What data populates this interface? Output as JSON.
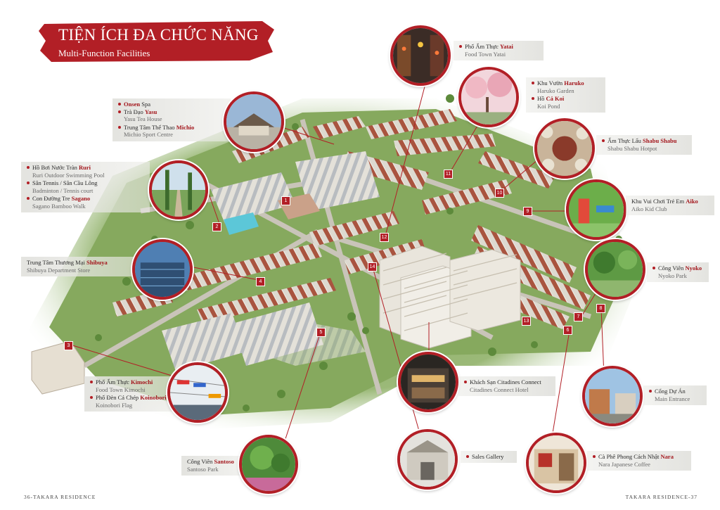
{
  "header": {
    "title": "TIỆN ÍCH ĐA CHỨC NĂNG",
    "subtitle": "Multi-Function Facilities"
  },
  "colors": {
    "accent": "#b21f26",
    "label_bg": "#e2e2de",
    "grass": "#7fa55a",
    "building": "#d9d6cf"
  },
  "callouts": {
    "onsen": [
      {
        "pre": "",
        "name": "Onsen",
        "post": " Spa",
        "en": ""
      },
      {
        "pre": "Trà Đạo ",
        "name": "Yasu",
        "post": "",
        "en": "Yasu Tea House"
      },
      {
        "pre": "Trung Tâm Thể Thao ",
        "name": "Michio",
        "post": "",
        "en": "Michio Sport Centre"
      }
    ],
    "pool": [
      {
        "pre": "Hồ Bơi Nước Tràn ",
        "name": "Ruri",
        "post": "",
        "en": "Ruri Outdoor Swimming Pool"
      },
      {
        "pre": "Sân Tennis / Sân Cầu Lông",
        "name": "",
        "post": "",
        "en": "Badminton / Tennis court"
      },
      {
        "pre": "Con Đường Tre ",
        "name": "Sagano",
        "post": "",
        "en": "Sagano Bamboo Walk"
      }
    ],
    "shibuya": [
      {
        "pre": "Trung Tâm Thương Mại ",
        "name": "Shibuya",
        "post": "",
        "en": "Shibuya Department Store"
      }
    ],
    "kimochi": [
      {
        "pre": "Phố Ẩm Thực ",
        "name": "Kimochi",
        "post": "",
        "en": "Food Town Kimochi"
      },
      {
        "pre": "Phố Đèn Cá Chép ",
        "name": "Koinobori",
        "post": "",
        "en": "Koinobori Flag"
      }
    ],
    "santoso": [
      {
        "pre": "Công Viên ",
        "name": "Santoso",
        "post": "",
        "en": "Santoso Park"
      }
    ],
    "yatai": [
      {
        "pre": "Phố Ẩm Thực ",
        "name": "Yatai",
        "post": "",
        "en": "Food Town Yatai"
      }
    ],
    "haruko": [
      {
        "pre": "Khu Vườn ",
        "name": "Haruko",
        "post": "",
        "en": "Haruko Garden"
      },
      {
        "pre": "Hồ ",
        "name": "Cá Koi",
        "post": "",
        "en": "Koi Pond"
      }
    ],
    "shabu": [
      {
        "pre": "Ẩm Thực Lẩu ",
        "name": "Shabu Shabu",
        "post": "",
        "en": "Shabu Shabu Hotpot"
      }
    ],
    "aiko": [
      {
        "pre": "Khu Vui Chơi Trẻ Em ",
        "name": "Aiko",
        "post": "",
        "en": "Aiko Kid Club"
      }
    ],
    "nyoko": [
      {
        "pre": "Công Viên ",
        "name": "Nyoko",
        "post": "",
        "en": "Nyoko Park"
      }
    ],
    "citadines": [
      {
        "pre": "Khách Sạn Citadines Connect",
        "name": "",
        "post": "",
        "en": "Citadines Connect Hotel"
      }
    ],
    "entrance": [
      {
        "pre": "Cổng Dự Án",
        "name": "",
        "post": "",
        "en": "Main Entrance"
      }
    ],
    "sales": [
      {
        "pre": "Sales Gallery",
        "name": "",
        "post": "",
        "en": ""
      }
    ],
    "nara": [
      {
        "pre": "Cà Phê Phong Cách Nhật ",
        "name": "Nara",
        "post": "",
        "en": "Nara Japanese Coffee"
      }
    ]
  },
  "markers": [
    "1",
    "2",
    "3",
    "4",
    "5",
    "6",
    "7",
    "8",
    "9",
    "10",
    "11",
    "12",
    "13",
    "14"
  ],
  "footer": {
    "left": "36-TAKARA RESIDENCE",
    "right": "TAKARA RESIDENCE-37"
  }
}
